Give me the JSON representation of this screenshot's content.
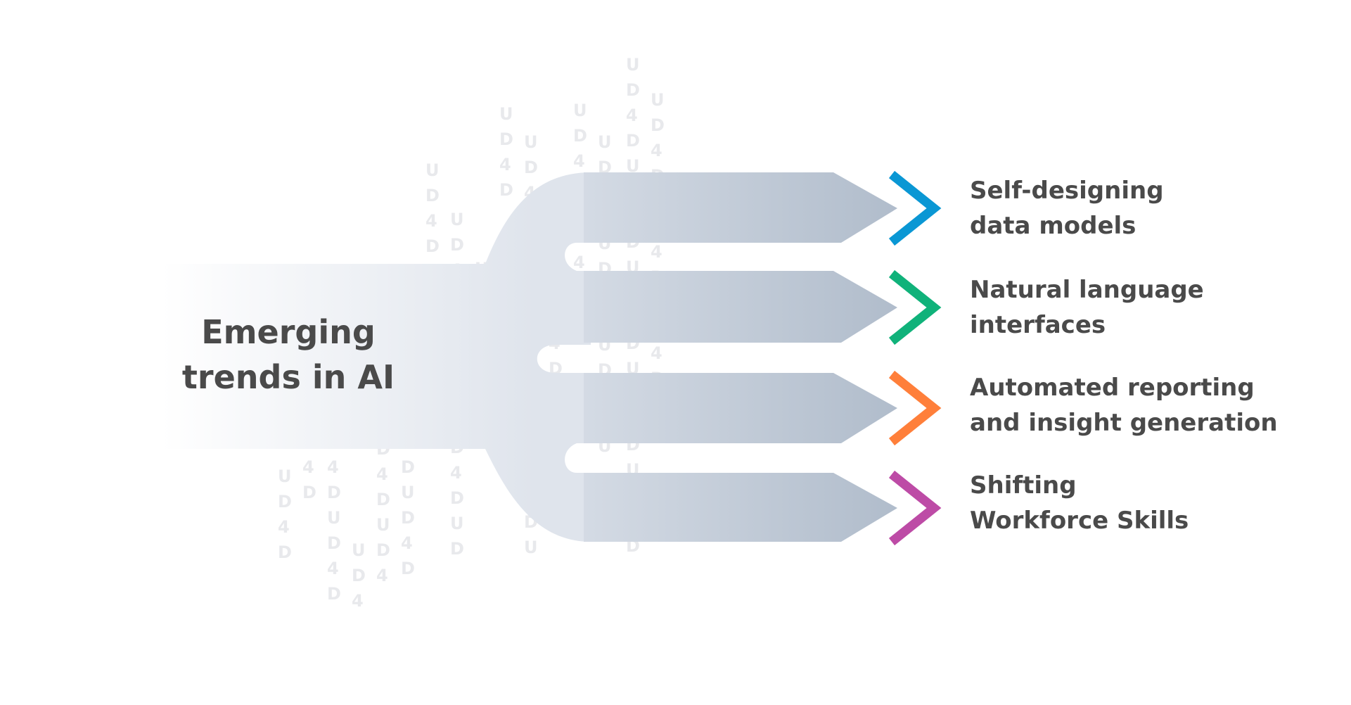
{
  "title": {
    "line1": "Emerging",
    "line2": "trends in AI"
  },
  "watermark_text": "UD4D",
  "trends": [
    {
      "line1": "Self-designing",
      "line2": "data models",
      "color": "#0a97d4"
    },
    {
      "line1": "Natural language",
      "line2": "interfaces",
      "color": "#10b27a"
    },
    {
      "line1": "Automated reporting",
      "line2": "and insight generation",
      "color": "#ff7f3a"
    },
    {
      "line1": "Shifting",
      "line2": "Workforce Skills",
      "color": "#bd4ba6"
    }
  ],
  "colors": {
    "text": "#4a4a4a",
    "arrow_body_end": "#b0bccb",
    "watermark": "#e8e9ec"
  }
}
